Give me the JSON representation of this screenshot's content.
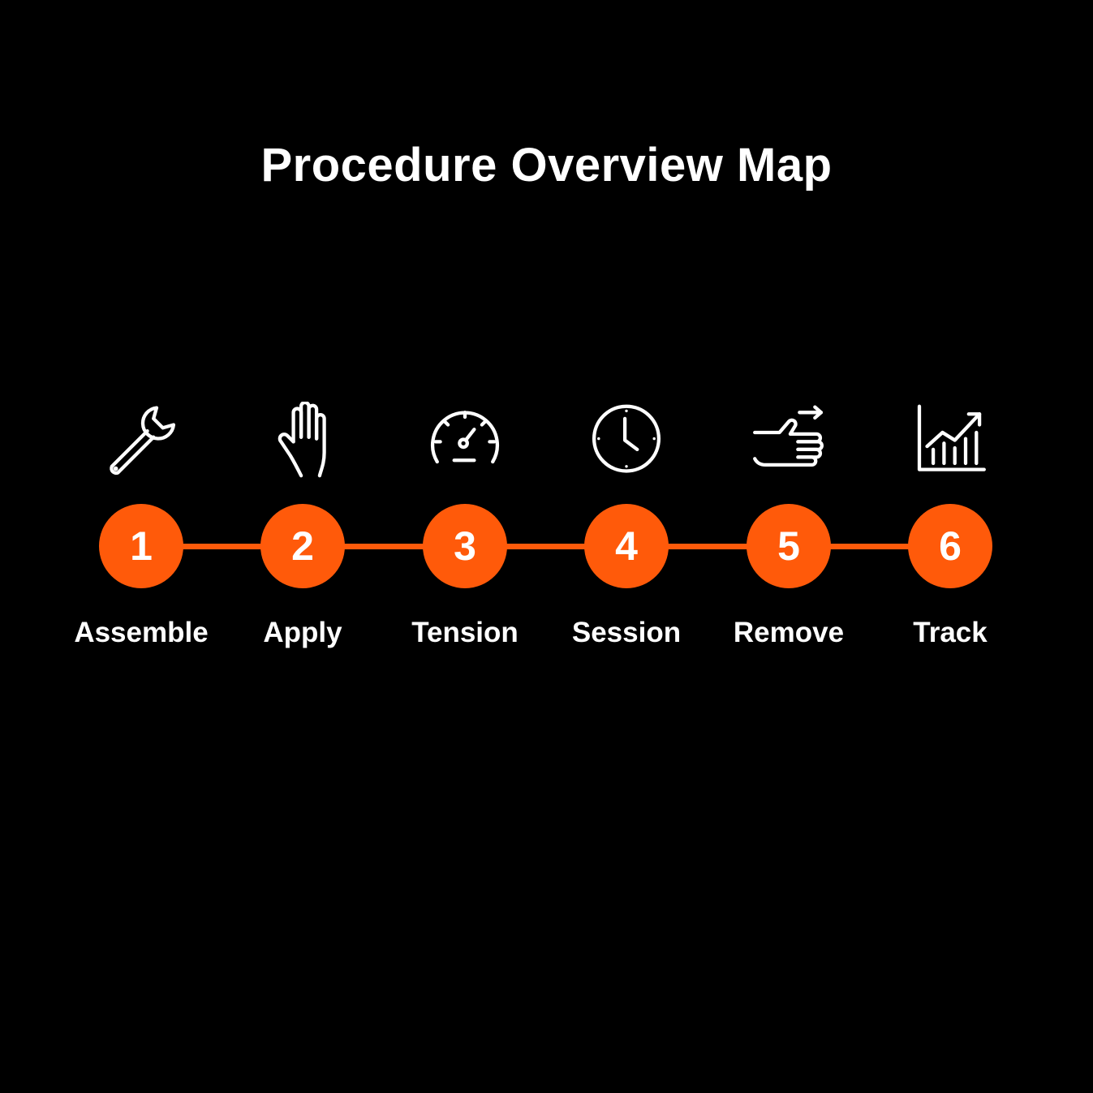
{
  "title": "Procedure Overview Map",
  "colors": {
    "background": "#000000",
    "accent": "#ff5a0a",
    "text": "#ffffff"
  },
  "steps": [
    {
      "number": "1",
      "label": "Assemble",
      "icon": "wrench-icon"
    },
    {
      "number": "2",
      "label": "Apply",
      "icon": "hand-icon"
    },
    {
      "number": "3",
      "label": "Tension",
      "icon": "gauge-icon"
    },
    {
      "number": "4",
      "label": "Session",
      "icon": "clock-icon"
    },
    {
      "number": "5",
      "label": "Remove",
      "icon": "hand-swipe-icon"
    },
    {
      "number": "6",
      "label": "Track",
      "icon": "growth-chart-icon"
    }
  ]
}
